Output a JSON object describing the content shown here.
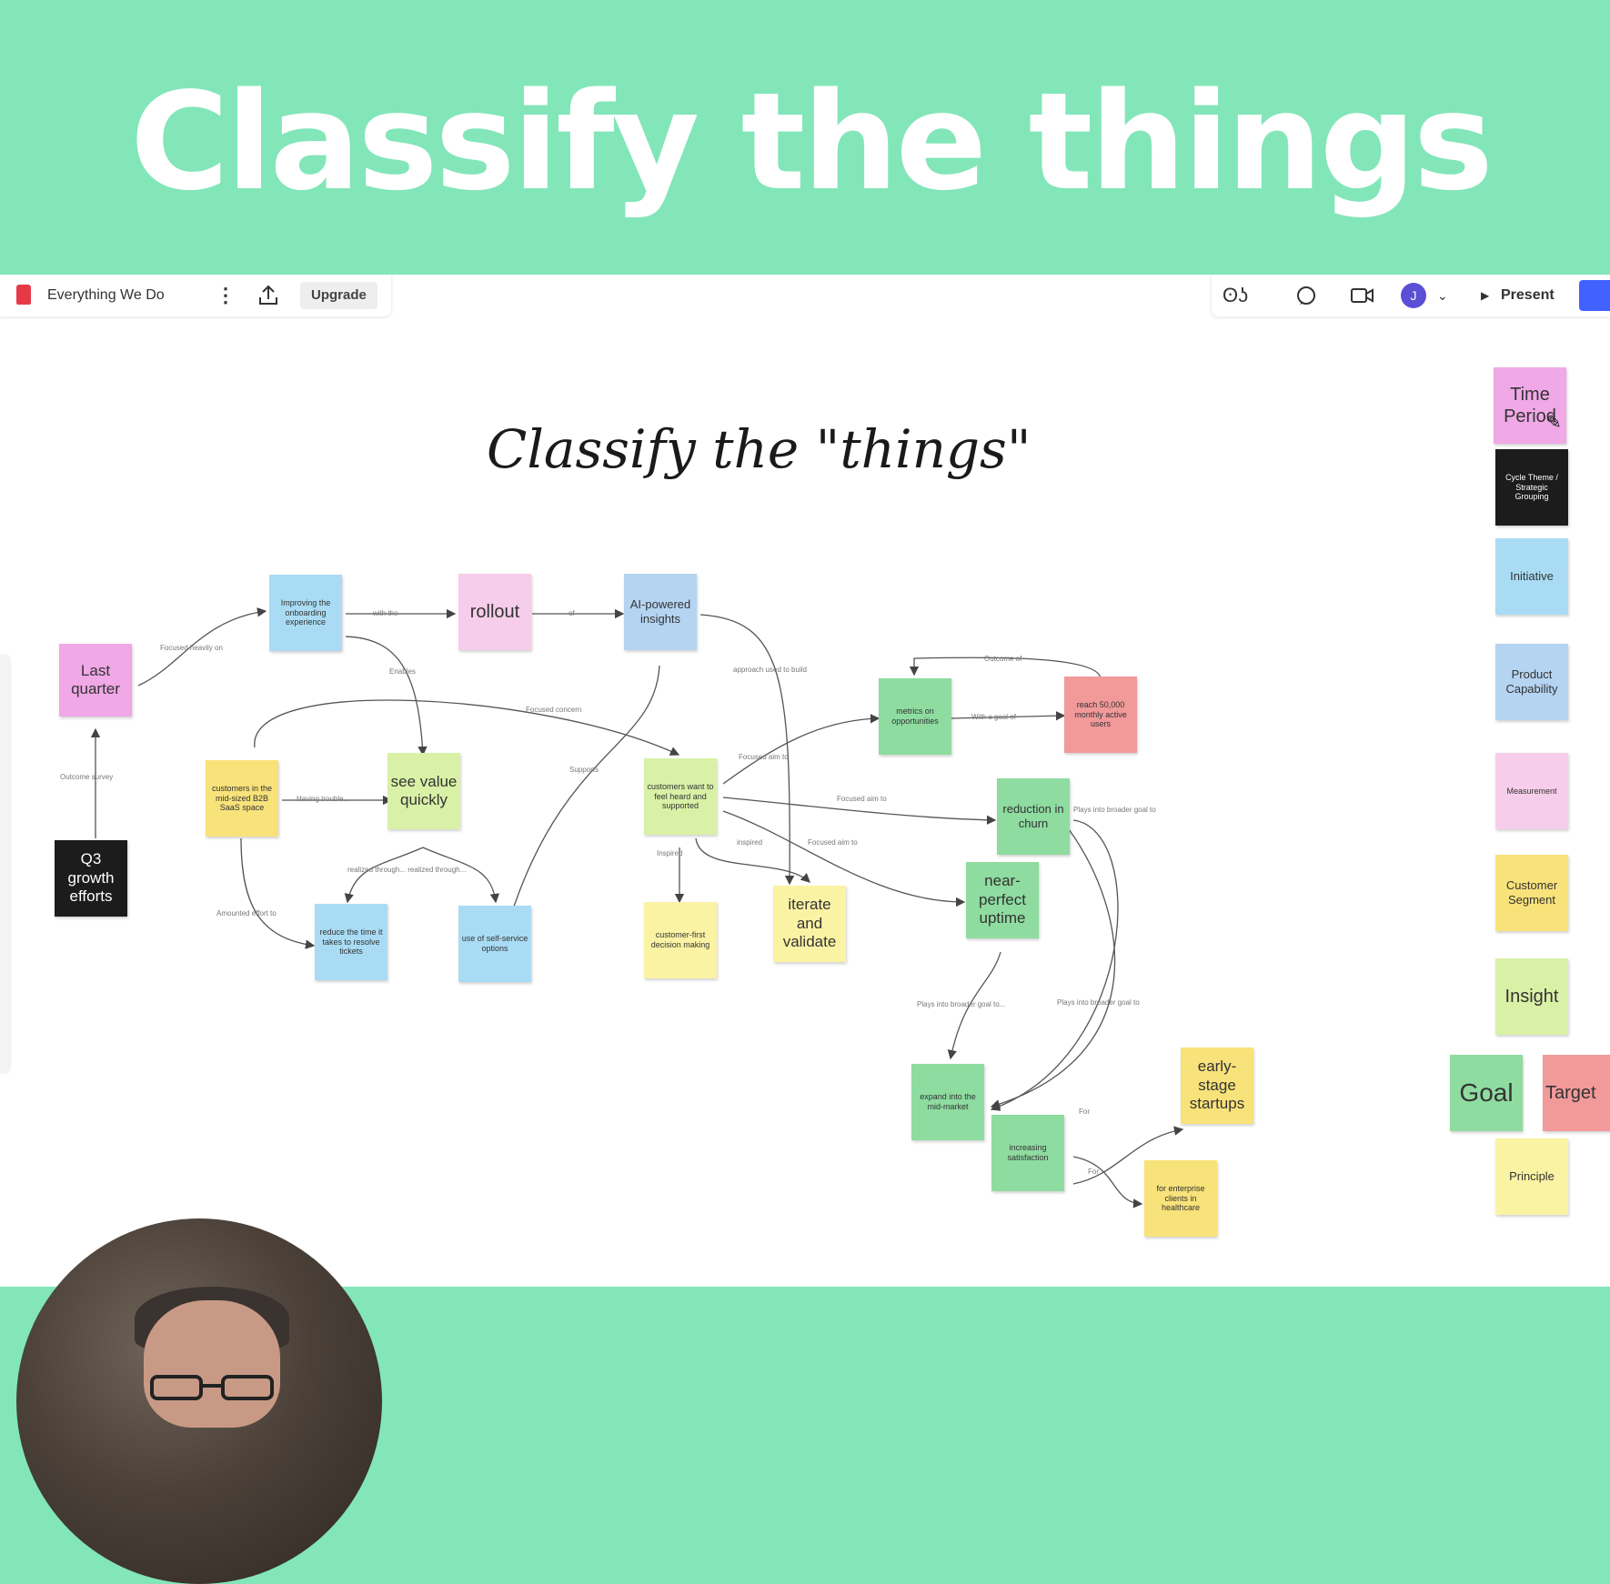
{
  "banner": {
    "title": "Classify the things"
  },
  "toolbar": {
    "board_name": "Everything We Do",
    "upgrade_label": "Upgrade",
    "present_label": "Present",
    "avatar_initial": "J",
    "reactions_label": "ʘʖ"
  },
  "board": {
    "title": "Classify the \"things\"",
    "notes": {
      "last_quarter": "Last quarter",
      "q3_growth": "Q3 growth efforts",
      "improving_onboarding": "Improving the onboarding experience",
      "rollout": "rollout",
      "ai_insights": "AI-powered insights",
      "customers_b2b": "customers in the mid-sized B2B SaaS space",
      "see_value": "see value quickly",
      "customers_heard": "customers want to feel heard and supported",
      "reduce_time": "reduce the time it takes to resolve tickets",
      "self_service": "use of self-service options",
      "customer_first": "customer-first decision making",
      "iterate_validate": "iterate and validate",
      "reach_users": "reach 50,000 monthly active users",
      "outcome_box": "metrics on opportunities",
      "reduction_churn": "reduction in churn",
      "near_perfect": "near-perfect uptime",
      "expand_midmarket": "expand into the mid-market",
      "increasing_satisfaction": "increasing satisfaction",
      "early_startups": "early-stage startups",
      "enterprise_healthcare": "for enterprise clients in healthcare"
    },
    "edges": {
      "focused_heavily": "Focused heavily on",
      "with_the": "with the",
      "of": "of",
      "enables": "Enables",
      "approach_used": "approach used to build",
      "outcome_survey": "Outcome survey",
      "focused_concern": "Focused concern",
      "having_trouble": "Having trouble...",
      "supports": "Supports",
      "focused_aim": "Focused aim to",
      "focused_aim_2": "Focused aim to",
      "focused_aim_3": "Focused aim to",
      "inspired": "Inspired",
      "inspired_2": "inspired",
      "outcome_of": "Outcome of",
      "with_goal": "With a goal of",
      "plays_into": "Plays into broader goal to",
      "plays_into_2": "Plays into broader goal to...",
      "plays_into_3": "Plays into broader goal to",
      "realized_through": "realized through... realized through...",
      "amounted_effort": "Amounted effort to",
      "for": "For",
      "for_2": "For"
    },
    "legend": {
      "time_period": "Time Period",
      "cycle_theme": "Cycle Theme / Strategic Grouping",
      "initiative": "Initiative",
      "product_capability": "Product Capability",
      "measurement": "Measurement",
      "customer_segment": "Customer Segment",
      "insight": "Insight",
      "goal": "Goal",
      "target": "Target",
      "principle": "Principle"
    }
  },
  "colors": {
    "banner": "#82e6b9",
    "time_period": "#f0a8e6",
    "initiative": "#a9dcf4",
    "customer_segment": "#f8e27a",
    "insight": "#d9f1a6",
    "goal": "#8edca0",
    "target": "#f2999a"
  }
}
